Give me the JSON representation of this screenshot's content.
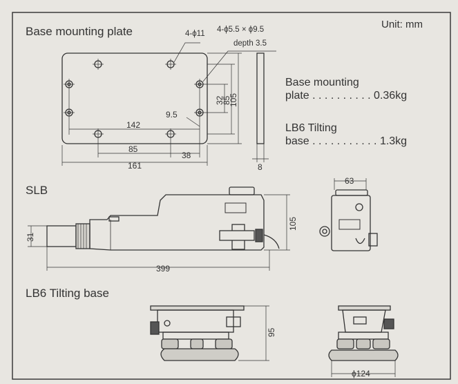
{
  "unit_label": "Unit: mm",
  "sections": {
    "base_plate_title": "Base mounting plate",
    "slb_title": "SLB",
    "lb6_title": "LB6 Tilting base"
  },
  "plate_dims": {
    "holes_small": "4-ϕ11",
    "holes_counterbore": "4-ϕ5.5 × ϕ9.5",
    "depth": "depth  3.5",
    "d142": "142",
    "d85": "85",
    "d38": "38",
    "d161": "161",
    "d9_5": "9.5",
    "d32": "32",
    "d85_v": "85",
    "d105_v": "105",
    "d8": "8"
  },
  "weights": {
    "plate_line1": "Base mounting",
    "plate_line2": "plate . . . . . . . . . .  0.36kg",
    "lb6_line1": "LB6 Tilting",
    "lb6_line2": "base . . . . . . . . . . .  1.3kg"
  },
  "slb_dims": {
    "d31": "31",
    "d399": "399",
    "d105": "105",
    "d63": "63"
  },
  "lb6_dims": {
    "d95": "95",
    "d124": "ϕ124"
  },
  "colors": {
    "paper": "#e8e6e1",
    "frame": "#3a3a3a",
    "ink": "#333333"
  }
}
